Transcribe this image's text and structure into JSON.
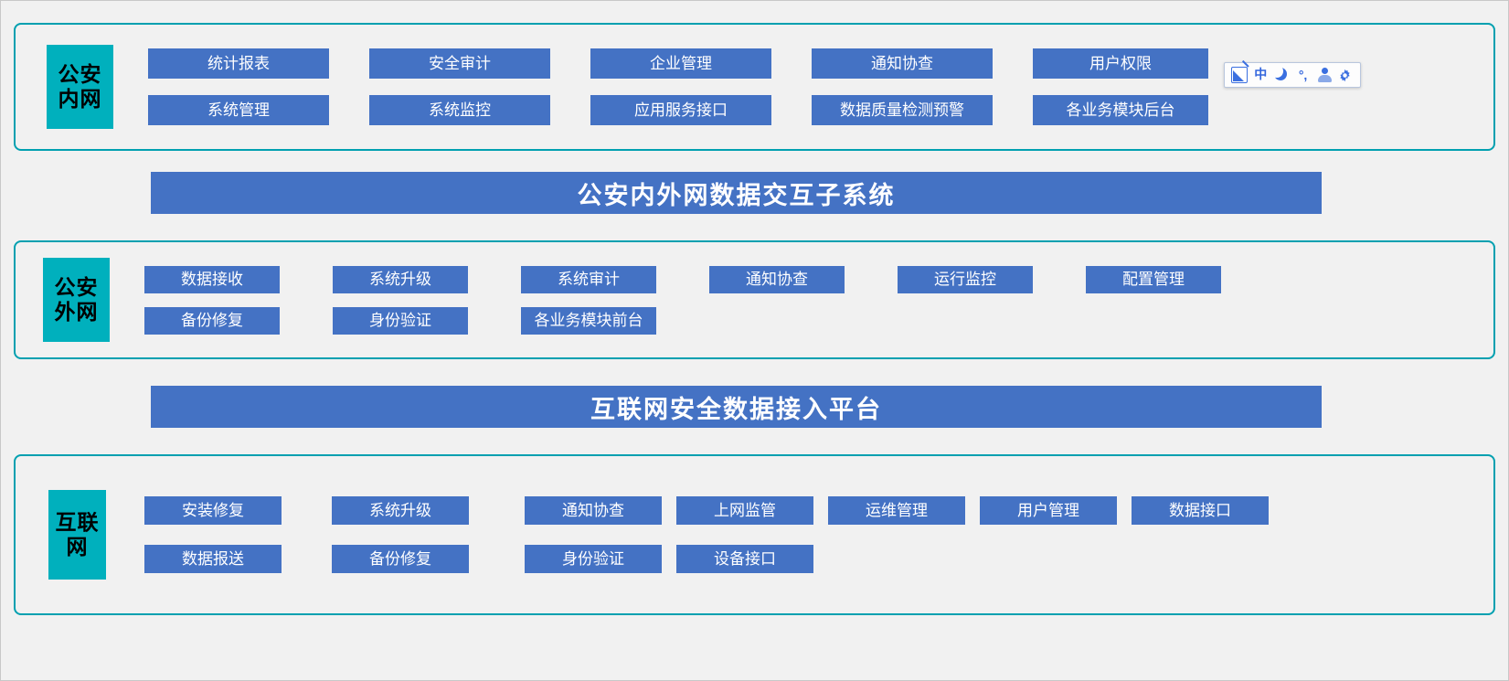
{
  "colors": {
    "page_background": "#f1f1f1",
    "zone_border": "#00a0b0",
    "zone_tag": "#00b0bd",
    "module_blue": "#4472c4",
    "banner_blue": "#4472c4",
    "module_text": "#ffffff",
    "ime_accent": "#3a6fe0"
  },
  "zones": [
    {
      "id": "public-security-intranet",
      "tag_lines": [
        "公安",
        "内网"
      ],
      "rows": [
        [
          {
            "label": "统计报表"
          },
          {
            "label": "安全审计"
          },
          {
            "label": "企业管理"
          },
          {
            "label": "通知协查"
          },
          {
            "label": "用户权限"
          }
        ],
        [
          {
            "label": "系统管理"
          },
          {
            "label": "系统监控"
          },
          {
            "label": "应用服务接口"
          },
          {
            "label": "数据质量检测预警"
          },
          {
            "label": "各业务模块后台"
          }
        ]
      ]
    },
    {
      "id": "public-security-extranet",
      "tag_lines": [
        "公安",
        "外网"
      ],
      "rows": [
        [
          {
            "label": "数据接收"
          },
          {
            "label": "系统升级"
          },
          {
            "label": "系统审计"
          },
          {
            "label": "通知协查"
          },
          {
            "label": "运行监控"
          },
          {
            "label": "配置管理"
          }
        ],
        [
          {
            "label": "备份修复"
          },
          {
            "label": "身份验证"
          },
          {
            "label": "各业务模块前台"
          },
          {
            "label": ""
          },
          {
            "label": ""
          },
          {
            "label": ""
          }
        ]
      ]
    },
    {
      "id": "internet",
      "tag_lines": [
        "互联",
        "网"
      ],
      "rows": [
        [
          {
            "label": "安装修复"
          },
          {
            "label": "系统升级"
          },
          {
            "label": "通知协查"
          },
          {
            "label": "上网监管"
          },
          {
            "label": "运维管理"
          },
          {
            "label": "用户管理"
          },
          {
            "label": "数据接口"
          }
        ],
        [
          {
            "label": "数据报送"
          },
          {
            "label": "备份修复"
          },
          {
            "label": "身份验证"
          },
          {
            "label": "设备接口"
          },
          {
            "label": ""
          },
          {
            "label": ""
          },
          {
            "label": ""
          }
        ]
      ]
    }
  ],
  "banners": [
    {
      "id": "data-exchange-subsystem",
      "label": "公安内外网数据交互子系统"
    },
    {
      "id": "internet-security-data-access-platform",
      "label": "互联网安全数据接入平台"
    }
  ],
  "ime_toolbar": {
    "items": [
      {
        "name": "ime-logo-pen-icon",
        "glyph": ""
      },
      {
        "name": "ime-chinese-mode-icon",
        "glyph": "中"
      },
      {
        "name": "ime-moon-icon",
        "glyph": ""
      },
      {
        "name": "ime-punctuation-icon",
        "glyph": "°,"
      },
      {
        "name": "ime-user-icon",
        "glyph": ""
      },
      {
        "name": "ime-settings-gear-icon",
        "glyph": ""
      }
    ]
  }
}
